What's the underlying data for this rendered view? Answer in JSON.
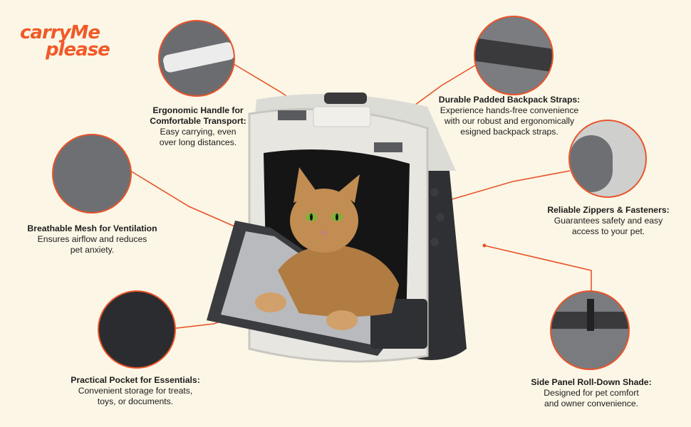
{
  "brand": {
    "line1": "carryMe",
    "line2": "please",
    "accent_color": "#e8542a"
  },
  "callouts": [
    {
      "id": "handle",
      "title_lines": [
        "Ergonomic Handle for",
        "Comfortable Transport:"
      ],
      "desc_lines": [
        "Easy carrying, even",
        "over long distances."
      ]
    },
    {
      "id": "straps",
      "title_lines": [
        "Durable Padded Backpack Straps:"
      ],
      "desc_lines": [
        "Experience hands-free convenience",
        "with our robust and ergonomically",
        "esigned backpack straps."
      ]
    },
    {
      "id": "mesh",
      "title_lines": [
        "Breathable Mesh for Ventilation"
      ],
      "desc_lines": [
        "Ensures airflow and reduces",
        "pet anxiety."
      ]
    },
    {
      "id": "zippers",
      "title_lines": [
        "Reliable Zippers & Fasteners:"
      ],
      "desc_lines": [
        "Guarantees safety and easy",
        "access to your pet."
      ]
    },
    {
      "id": "pocket",
      "title_lines": [
        "Practical Pocket for Essentials:"
      ],
      "desc_lines": [
        "Convenient storage for treats,",
        "toys, or documents."
      ]
    },
    {
      "id": "shade",
      "title_lines": [
        "Side Panel Roll-Down Shade:"
      ],
      "desc_lines": [
        "Designed for pet comfort",
        "and owner convenience."
      ]
    }
  ]
}
